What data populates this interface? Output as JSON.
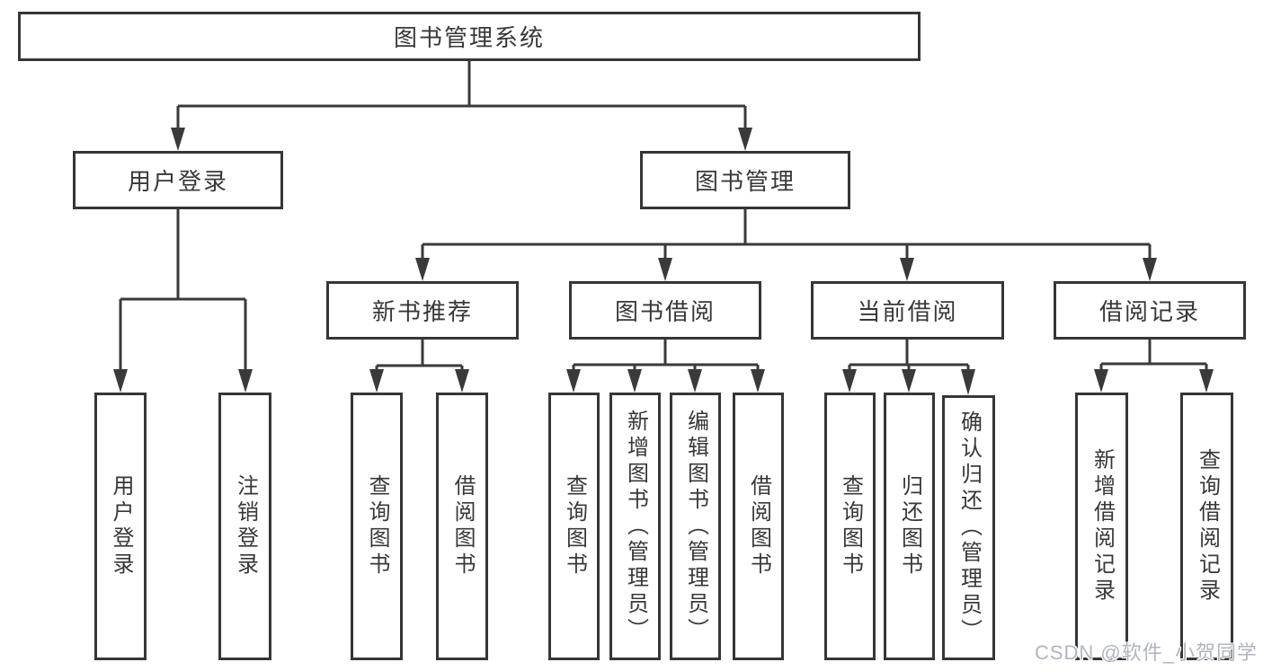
{
  "page": {
    "background": "#ffffff",
    "line_color": "#3a3a3a",
    "box_border_color": "#363636",
    "text_color": "#383838",
    "watermark_color": "#b1b5be"
  },
  "watermark": {
    "text": "CSDN @软件_小贺同学"
  },
  "tree": {
    "root": {
      "label": "图书管理系统"
    },
    "branches": [
      {
        "label": "用户登录",
        "children": [
          {
            "label": "用户登录"
          },
          {
            "label": "注销登录"
          }
        ]
      },
      {
        "label": "图书管理",
        "groups": [
          {
            "label": "新书推荐",
            "children": [
              {
                "label": "查询图书"
              },
              {
                "label": "借阅图书"
              }
            ]
          },
          {
            "label": "图书借阅",
            "children": [
              {
                "label": "查询图书"
              },
              {
                "label": "新增图书（管理员）"
              },
              {
                "label": "编辑图书（管理员）"
              },
              {
                "label": "借阅图书"
              }
            ]
          },
          {
            "label": "当前借阅",
            "children": [
              {
                "label": "查询图书"
              },
              {
                "label": "归还图书"
              },
              {
                "label": "确认归还（管理员）"
              }
            ]
          },
          {
            "label": "借阅记录",
            "children": [
              {
                "label": "新增借阅记录"
              },
              {
                "label": "查询借阅记录"
              }
            ]
          }
        ]
      }
    ]
  }
}
